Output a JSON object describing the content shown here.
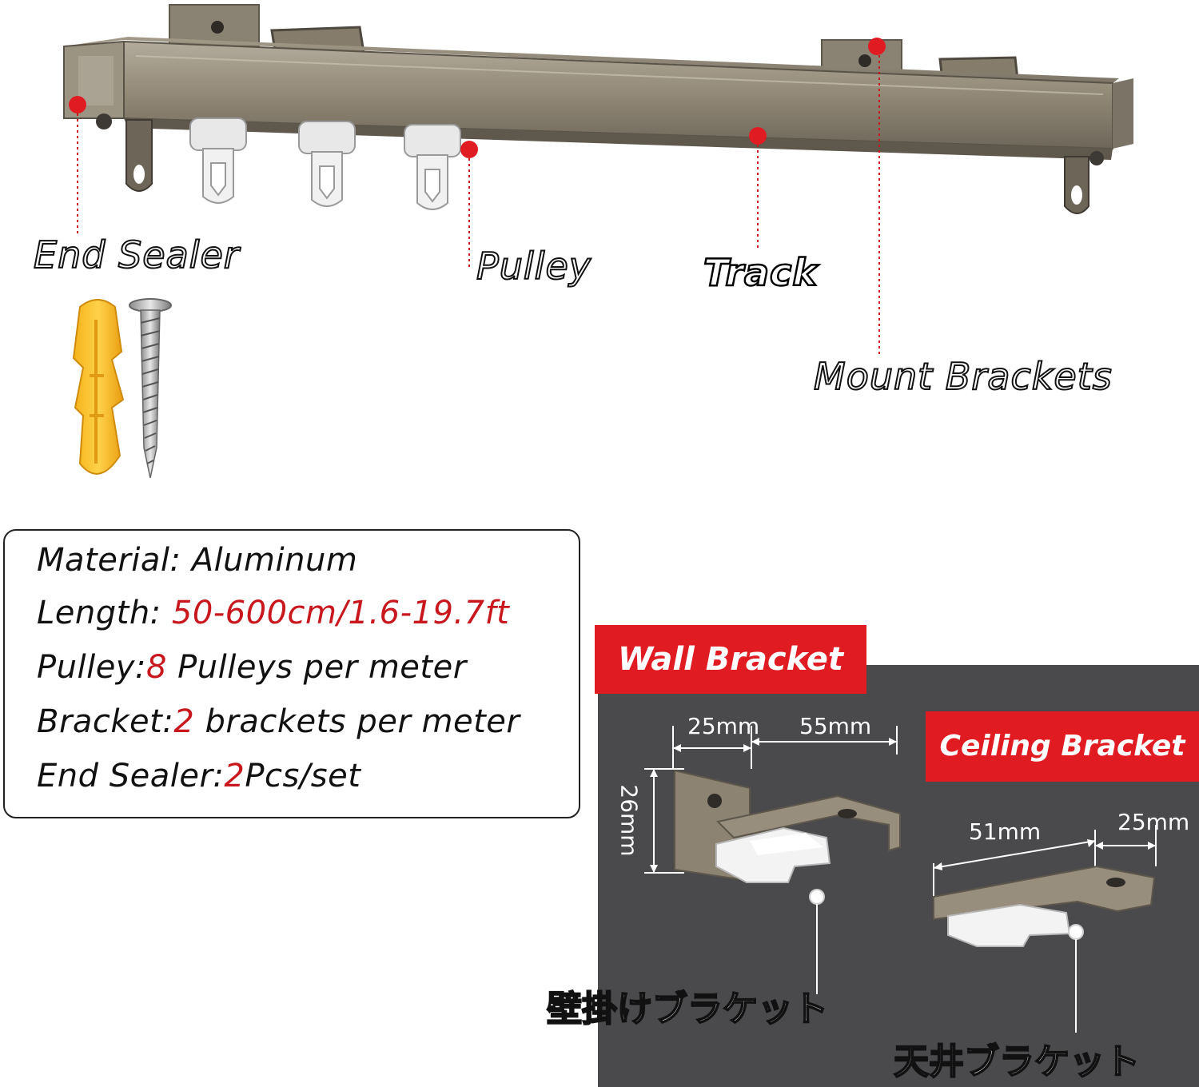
{
  "labels": {
    "end_sealer": "End Sealer",
    "pulley": "Pulley",
    "track": "Track",
    "mount_brackets": "Mount Brackets"
  },
  "specs": {
    "material_label": "Material: ",
    "material_value": "Aluminum",
    "length_label": "Length: ",
    "length_value": "50-600cm/1.6-19.7ft",
    "pulley_label": "Pulley:",
    "pulley_count": "8",
    "pulley_suffix": " Pulleys per meter",
    "bracket_label": "Bracket:",
    "bracket_count": "2",
    "bracket_suffix": " brackets per meter",
    "sealer_label": "End Sealer:",
    "sealer_count": "2",
    "sealer_suffix": "Pcs/set"
  },
  "brackets": {
    "wall_title": "Wall Bracket",
    "ceiling_title": "Ceiling Bracket",
    "wall_width_a": "25mm",
    "wall_width_b": "55mm",
    "wall_height": "26mm",
    "ceiling_width_a": "51mm",
    "ceiling_width_b": "25mm",
    "wall_jp": "壁掛けブラケット",
    "ceiling_jp": "天井ブラケット"
  },
  "colors": {
    "accent_red": "#e11b22",
    "text_red": "#c8171d",
    "track_bronze": "#8c8373",
    "panel_gray": "#4a4a4d"
  }
}
